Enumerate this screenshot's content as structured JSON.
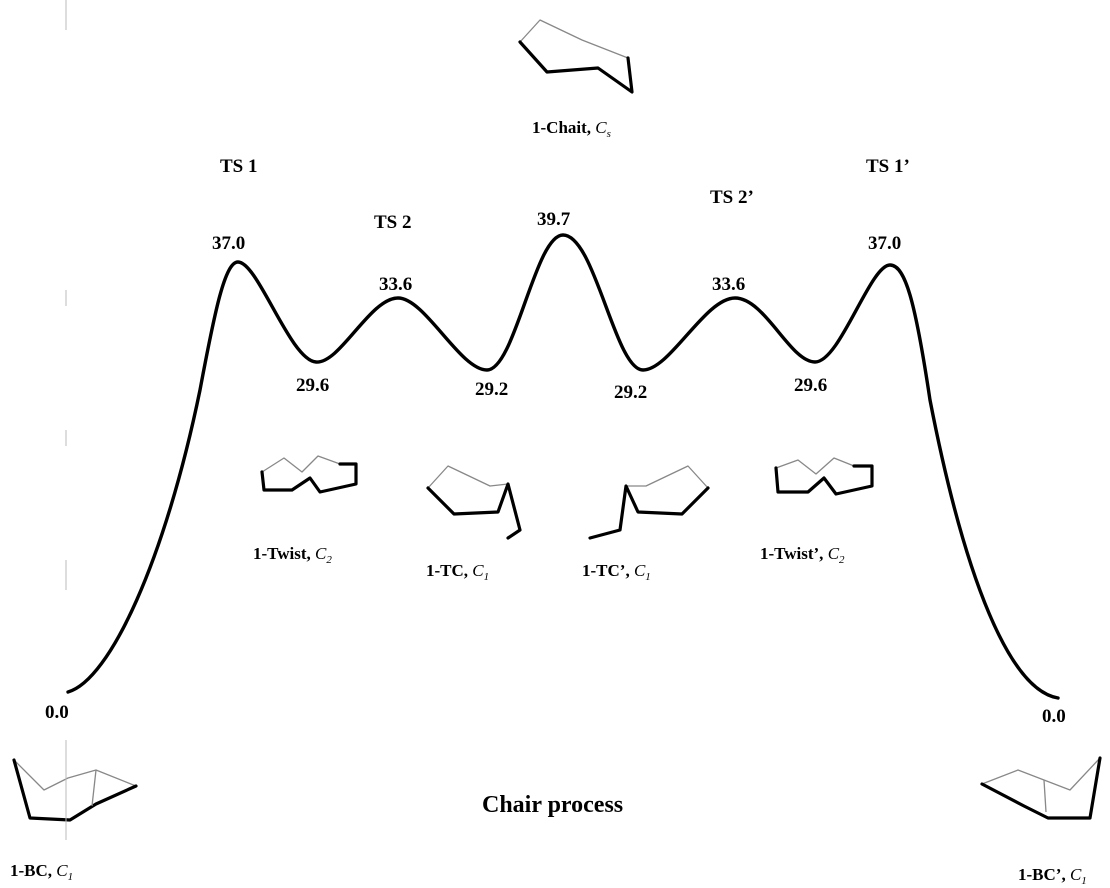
{
  "title": "Chair process",
  "energy_labels": {
    "bc": "0.0",
    "ts1": "37.0",
    "twist": "29.6",
    "ts2": "33.6",
    "tc": "29.2",
    "chait": "39.7",
    "tc_prime": "29.2",
    "ts2_prime": "33.6",
    "twist_prime": "29.6",
    "ts1_prime": "37.0",
    "bc_prime": "0.0"
  },
  "ts_labels": {
    "ts1": "TS 1",
    "ts2": "TS 2",
    "ts2_prime": "TS 2’",
    "ts1_prime": "TS 1’"
  },
  "conformers": {
    "chait": {
      "name": "1-Chait, ",
      "sym": "C",
      "sub": "s"
    },
    "twist": {
      "name": "1-Twist, ",
      "sym": "C",
      "sub": "2"
    },
    "tc": {
      "name": "1-TC, ",
      "sym": "C",
      "sub": "1"
    },
    "tc_prime": {
      "name": "1-TC’, ",
      "sym": "C",
      "sub": "1"
    },
    "twist_prime": {
      "name": "1-Twist’, ",
      "sym": "C",
      "sub": "2"
    },
    "bc": {
      "name": "1-BC, ",
      "sym": "C",
      "sub": "1"
    },
    "bc_prime": {
      "name": "1-BC’, ",
      "sym": "C",
      "sub": "1"
    }
  },
  "profile_energies": [
    0.0,
    37.0,
    29.6,
    33.6,
    29.2,
    39.7,
    29.2,
    33.6,
    29.6,
    37.0,
    0.0
  ]
}
